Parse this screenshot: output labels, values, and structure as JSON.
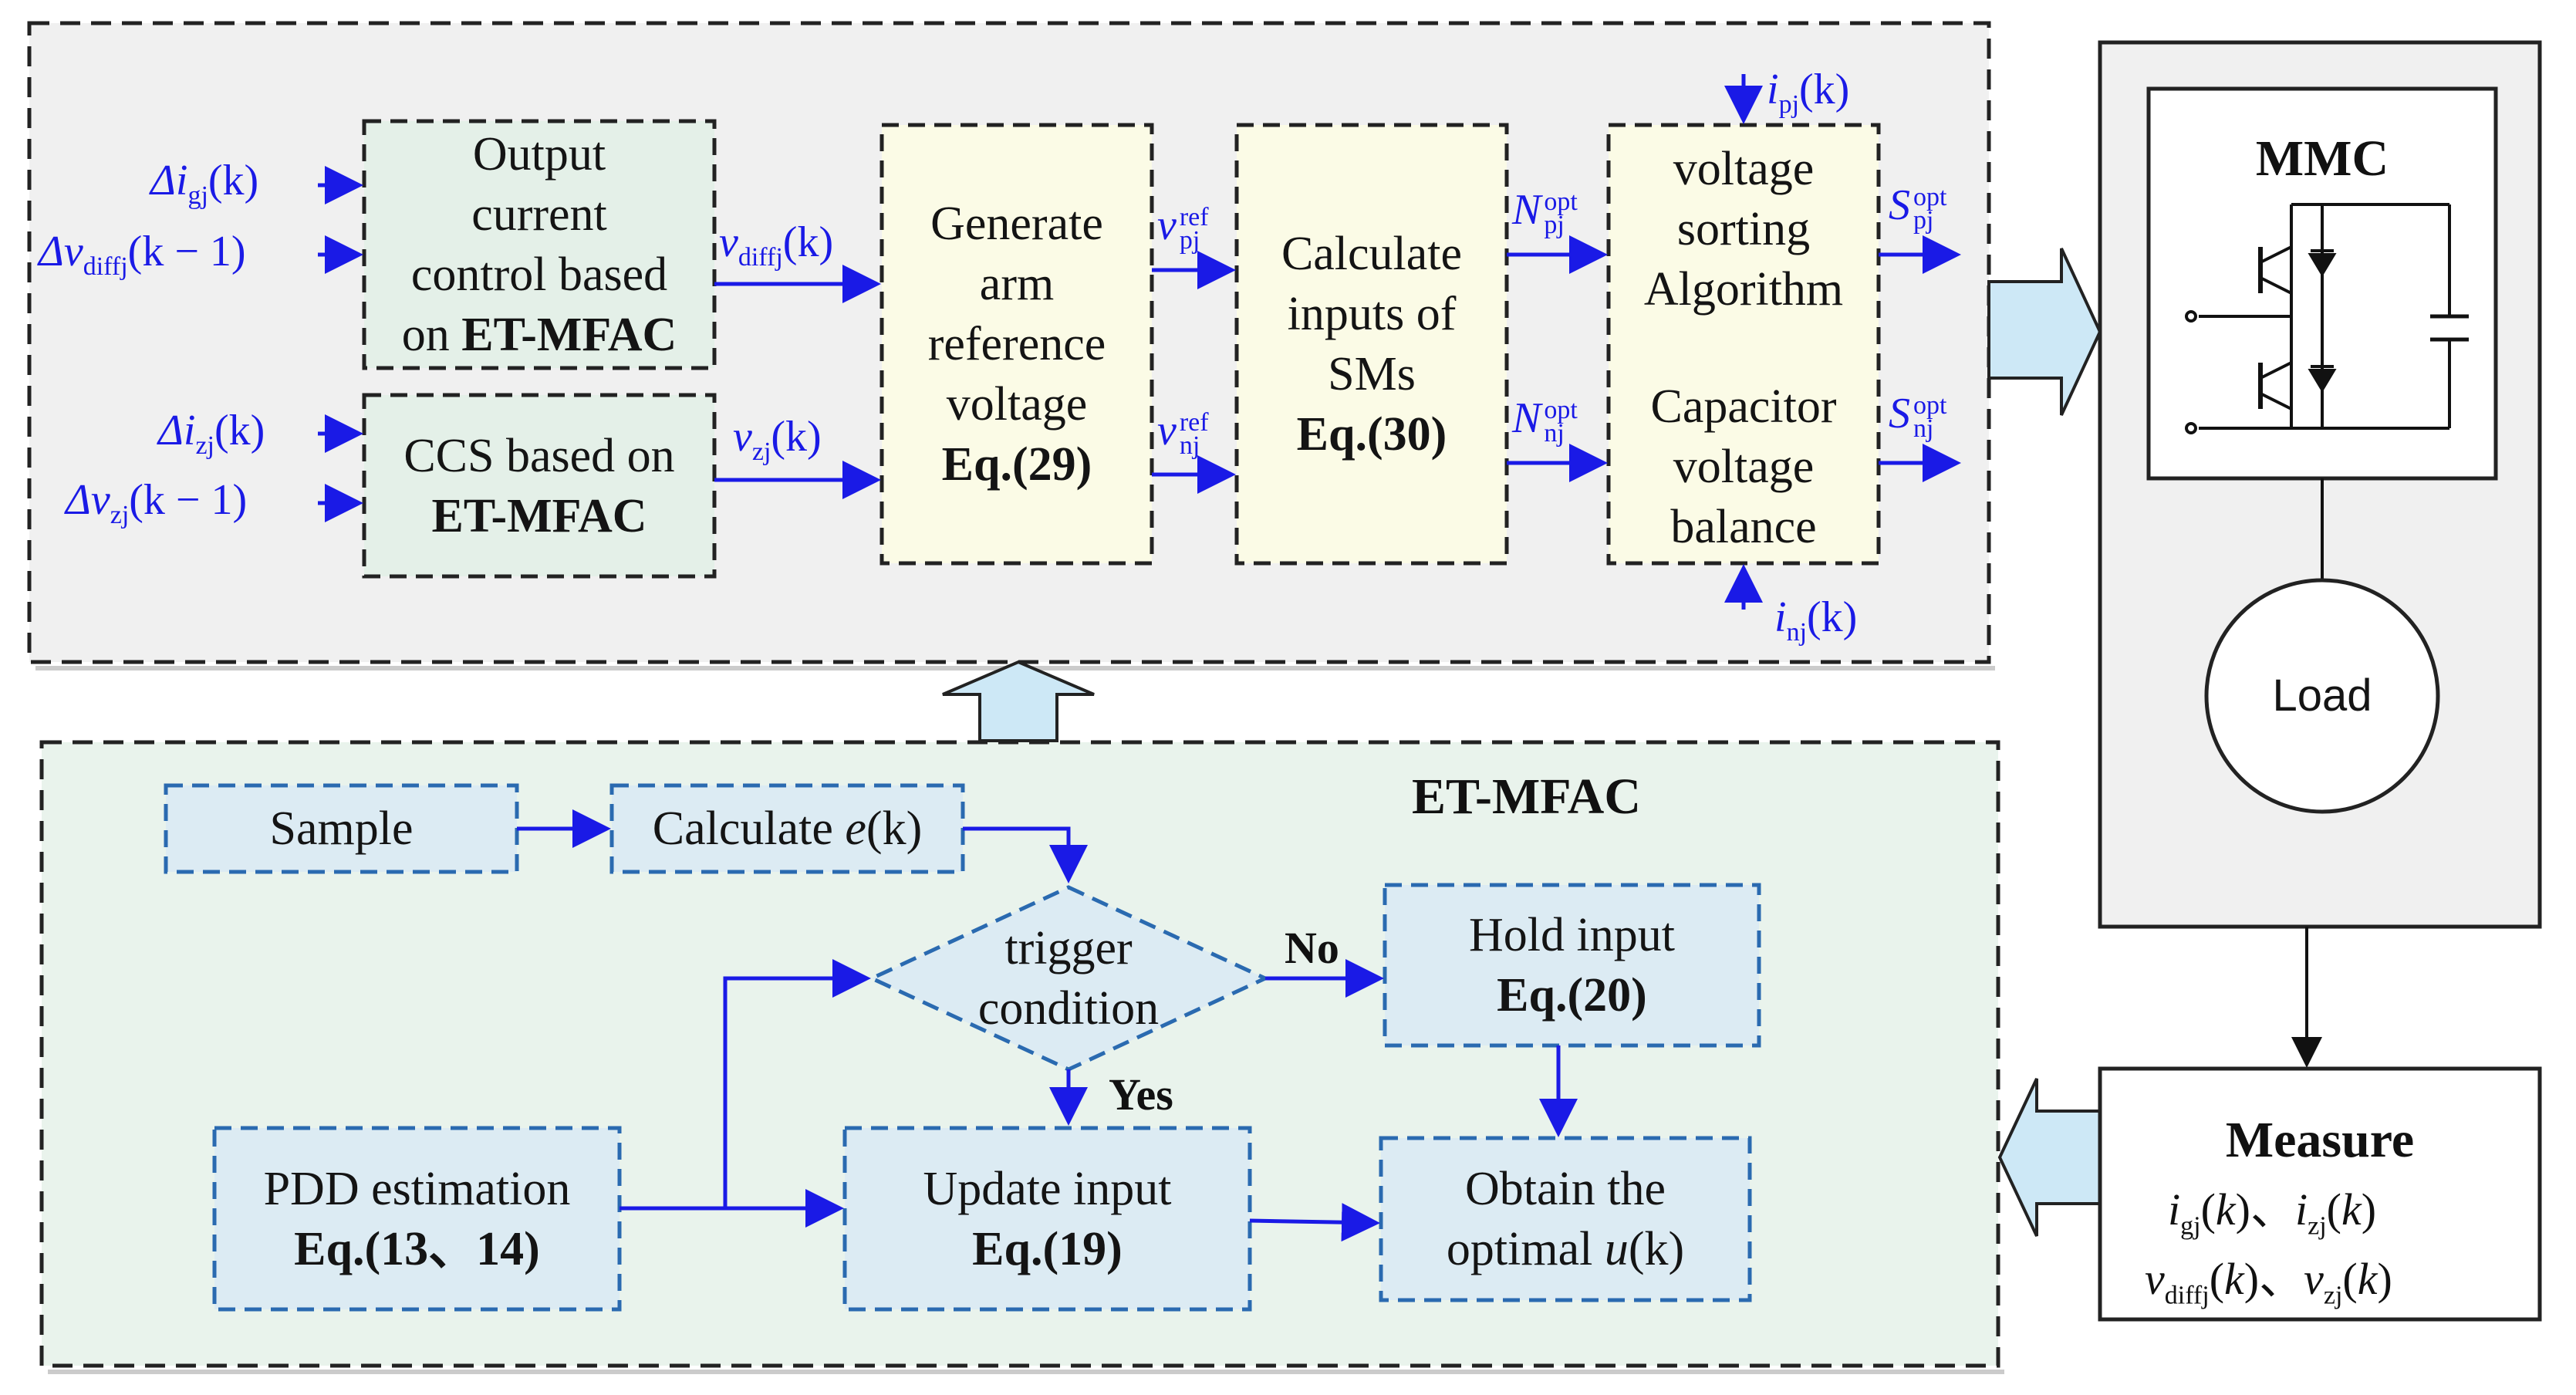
{
  "blocks": {
    "output_current_control": {
      "line1": "Output",
      "line2": "current",
      "line3": "control based",
      "line4_pre": "on ",
      "line4_bold": "ET-MFAC"
    },
    "ccs": {
      "line1": "CCS based on",
      "line2_bold": "ET-MFAC"
    },
    "generate_arm_ref": {
      "line1": "Generate",
      "line2": "arm",
      "line3": "reference",
      "line4": "voltage",
      "eq": "Eq.(29)"
    },
    "calculate_inputs": {
      "line1": "Calculate",
      "line2": "inputs of",
      "line3": "SMs",
      "eq": "Eq.(30)"
    },
    "sorting": {
      "line1": "voltage",
      "line2": "sorting",
      "line3": "Algorithm",
      "line4": "Capacitor",
      "line5": "voltage",
      "line6": "balance"
    },
    "mmc": {
      "title": "MMC"
    },
    "load": {
      "label": "Load"
    },
    "measure": {
      "title": "Measure",
      "sep": "、"
    }
  },
  "signals": {
    "delta_i_g": {
      "base": "Δi",
      "sub": "gj",
      "arg": "(k)"
    },
    "delta_v_diff": {
      "base": "Δv",
      "sub": "diffj",
      "arg": "(k − 1)"
    },
    "delta_i_z": {
      "base": "Δi",
      "sub": "zj",
      "arg": "(k)"
    },
    "delta_v_z": {
      "base": "Δv",
      "sub": "zj",
      "arg": "(k − 1)"
    },
    "v_diff": {
      "base": "v",
      "sub": "diffj",
      "arg": "(k)"
    },
    "v_z": {
      "base": "v",
      "sub": "zj",
      "arg": "(k)"
    },
    "v_pj_ref": {
      "base": "v",
      "sup": "ref",
      "sub": "pj"
    },
    "v_nj_ref": {
      "base": "v",
      "sup": "ref",
      "sub": "nj"
    },
    "n_pj_opt": {
      "base": "N",
      "sup": "opt",
      "sub": "pj"
    },
    "n_nj_opt": {
      "base": "N",
      "sup": "opt",
      "sub": "nj"
    },
    "s_pj_opt": {
      "base": "S",
      "sup": "opt",
      "sub": "pj"
    },
    "s_nj_opt": {
      "base": "S",
      "sup": "opt",
      "sub": "nj"
    },
    "i_pj": {
      "base": "i",
      "sub": "pj",
      "arg": "(k)"
    },
    "i_nj": {
      "base": "i",
      "sub": "nj",
      "arg": "(k)"
    }
  },
  "et_mfac": {
    "title": "ET-MFAC",
    "sample": "Sample",
    "calc_pre": "Calculate ",
    "calc_it": "e",
    "calc_post": "(k)",
    "trigger_1": "trigger",
    "trigger_2": "condition",
    "no": "No",
    "yes": "Yes",
    "hold_1": "Hold input",
    "hold_eq": "Eq.(20)",
    "pdd_1": "PDD estimation",
    "pdd_eq": "Eq.(13、14)",
    "update_1": "Update input",
    "update_eq": "Eq.(19)",
    "obtain_1": "Obtain the",
    "obtain_pre": "optimal ",
    "obtain_it": "u",
    "obtain_post": "(k)"
  },
  "colors": {
    "panel_top": "#f0f0f0",
    "panel_bottom": "#e9f3ec",
    "block_green": "#e4f0e8",
    "block_yellow": "#fbfbe6",
    "block_blue": "#dcebf3",
    "signal": "#1a1ae6",
    "fat_arrow": "#cde8f6"
  }
}
